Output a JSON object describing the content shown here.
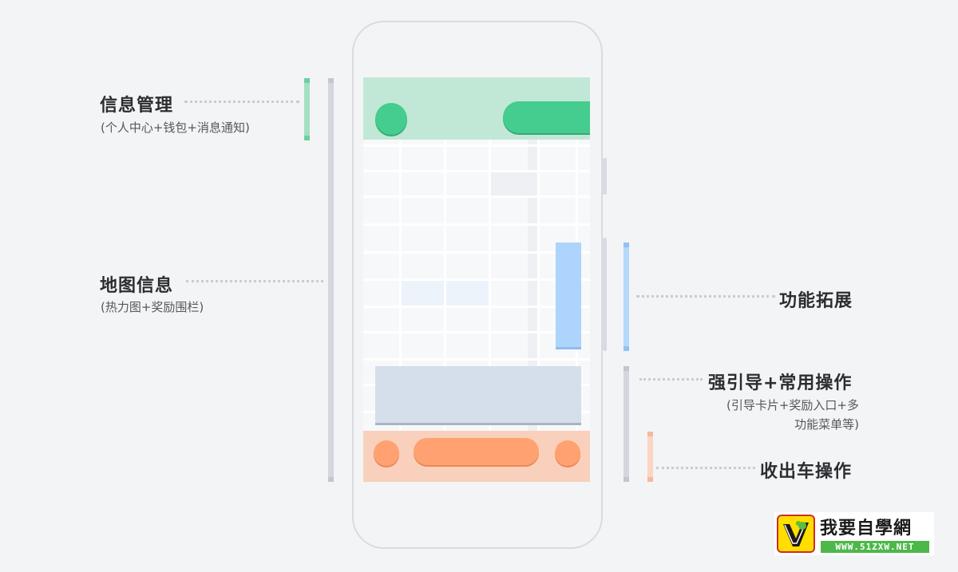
{
  "labels": {
    "info": {
      "title": "信息管理",
      "sub": "(个人中心+钱包+消息通知)"
    },
    "map": {
      "title": "地图信息",
      "sub": "(热力图+奖励围栏)"
    },
    "feature": {
      "title": "功能拓展"
    },
    "guide": {
      "title": "强引导+常用操作",
      "sub_line1": "(引导卡片+奖励入口+多",
      "sub_line2": "功能菜单等)"
    },
    "car": {
      "title": "收出车操作"
    }
  },
  "logo": {
    "text": "我要自學網",
    "url": "WWW.51ZXW.NET"
  },
  "colors": {
    "green": "#45cc8f",
    "green_light": "#c1e8d7",
    "blue": "#acd4fc",
    "card": "#d4dfeb",
    "orange": "#ffa170",
    "orange_light": "#f9d0bb",
    "background": "#f3f4f6"
  },
  "icons": [
    "avatar-circle",
    "logo-badge-icon"
  ]
}
